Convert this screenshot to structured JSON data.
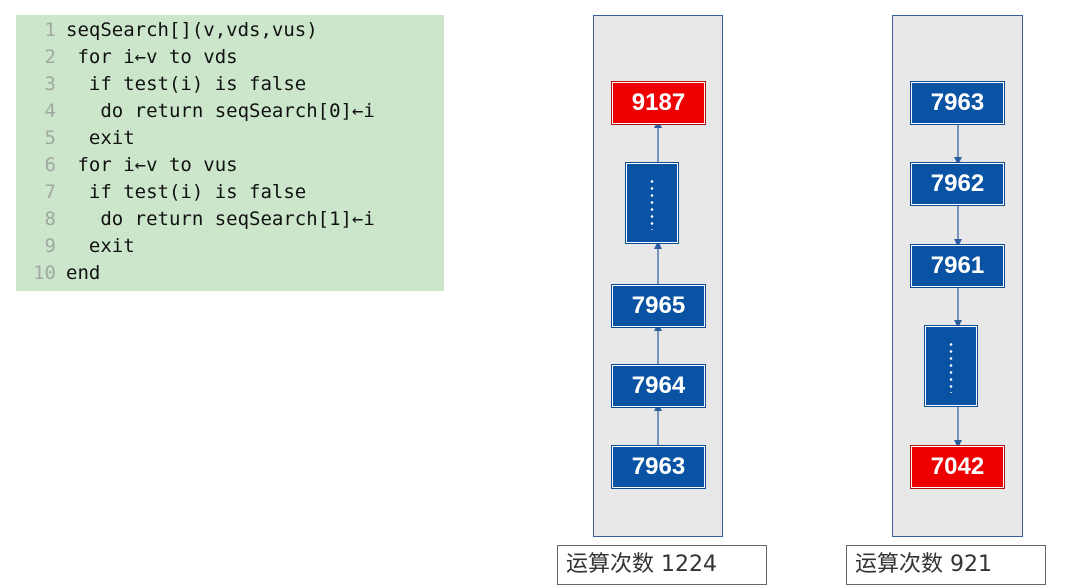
{
  "code": {
    "lines": [
      {
        "num": "1",
        "text": "seqSearch[](v,vds,vus)"
      },
      {
        "num": "2",
        "text": " for i←v to vds"
      },
      {
        "num": "3",
        "text": "  if test(i) is false"
      },
      {
        "num": "4",
        "text": "   do return seqSearch[0]←i"
      },
      {
        "num": "5",
        "text": "  exit"
      },
      {
        "num": "6",
        "text": " for i←v to vus"
      },
      {
        "num": "7",
        "text": "  if test(i) is false"
      },
      {
        "num": "8",
        "text": "   do return seqSearch[1]←i"
      },
      {
        "num": "9",
        "text": "  exit"
      },
      {
        "num": "10",
        "text": "end"
      }
    ]
  },
  "left_chain": {
    "top_value": "9187",
    "upper_value": "7965",
    "middle_value": "7964",
    "bottom_value": "7963",
    "label": "运算次数 1224"
  },
  "right_chain": {
    "top_value": "7963",
    "second_value": "7962",
    "third_value": "7961",
    "bottom_value": "7042",
    "label": "运算次数 921"
  },
  "colors": {
    "node_blue": "#0a53a4",
    "node_red": "#ee0000",
    "code_bg": "#cce6cc",
    "arrow": "#2b5c9e"
  }
}
